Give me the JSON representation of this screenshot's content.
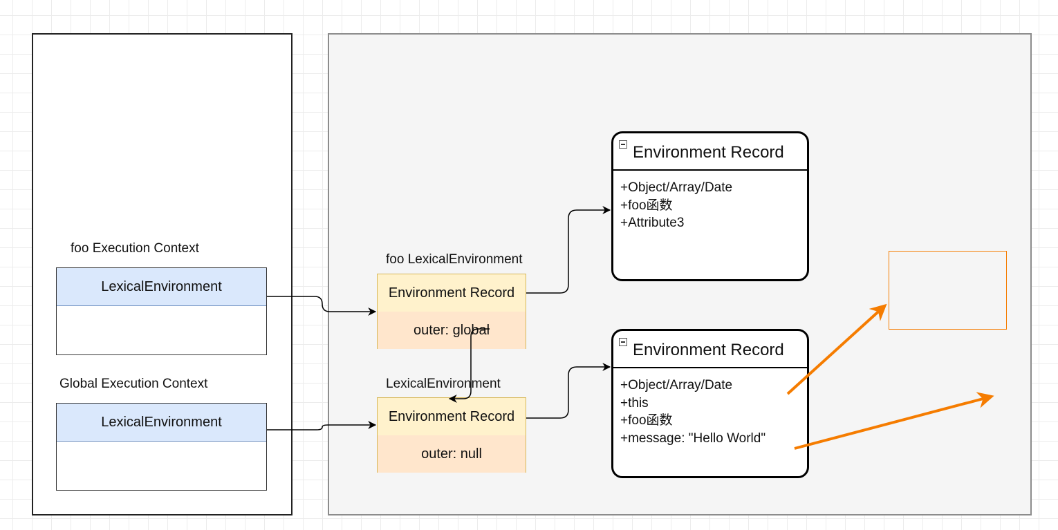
{
  "stack": {
    "foo_context": {
      "title": "foo Execution Context",
      "lexical_label": "LexicalEnvironment"
    },
    "global_context": {
      "title": "Global Execution Context",
      "lexical_label": "LexicalEnvironment"
    }
  },
  "heap": {
    "foo_lexical_env": {
      "title": "foo LexicalEnvironment",
      "record_label": "Environment Record",
      "outer_label": "outer: global"
    },
    "global_lexical_env": {
      "title": "LexicalEnvironment",
      "record_label": "Environment Record",
      "outer_label": "outer: null"
    },
    "foo_env_record": {
      "title": "Environment Record",
      "items": [
        "+Object/Array/Date",
        "+foo函数",
        "+Attribute3"
      ]
    },
    "global_env_record": {
      "title": "Environment Record",
      "items": [
        "+Object/Array/Date",
        "+this",
        "+foo函数",
        "+message: \"Hello World\""
      ]
    }
  },
  "colors": {
    "context_fill": "#dae8fc",
    "context_border": "#6c8ebf",
    "record_fill": "#fff2cc",
    "outer_fill": "#ffe6cc",
    "env_border": "#d6b656",
    "annotation": "#f57c00",
    "heap_fill": "#f5f5f5"
  }
}
